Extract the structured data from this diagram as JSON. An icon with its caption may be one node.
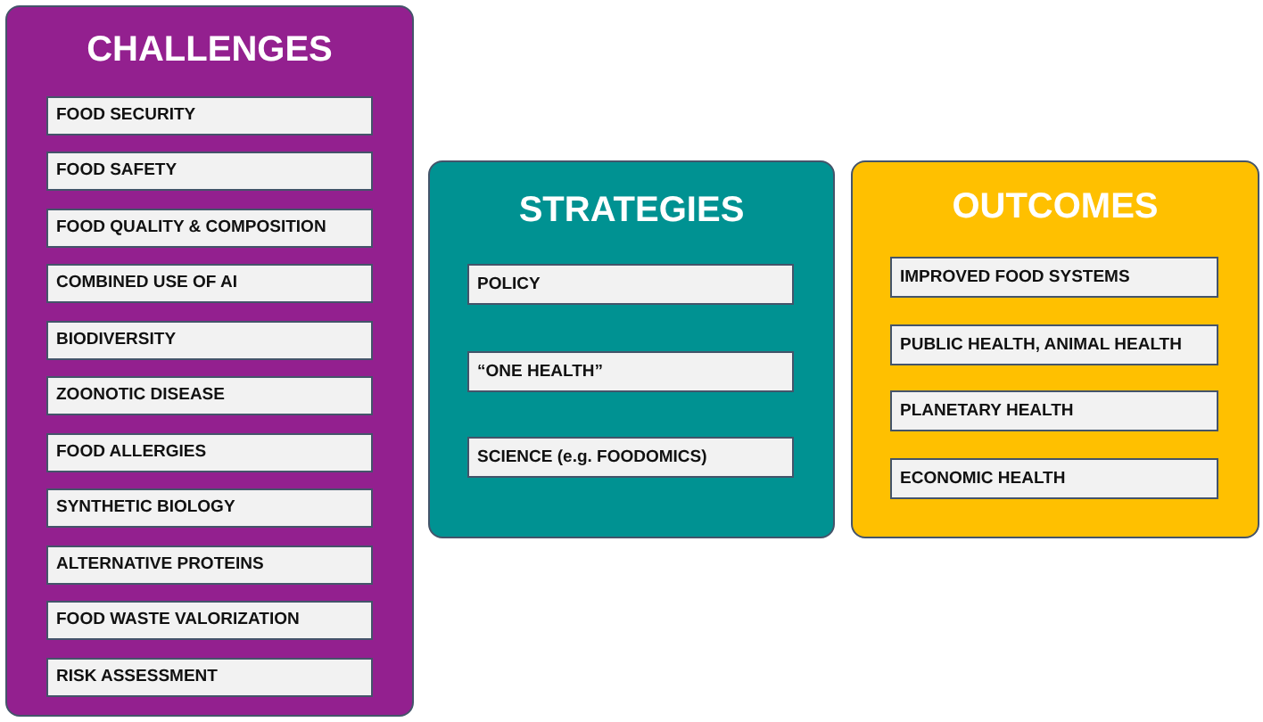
{
  "diagram": {
    "nodes": [
      {
        "text": [
          "CHALLENGES"
        ]
      },
      {
        "text": [
          "FOOD SECURITY"
        ],
        "in": 0
      },
      {
        "text": [
          "FOOD SAFETY"
        ],
        "in": 0
      },
      {
        "text": [
          "FOOD QUALITY & COMPOSITION"
        ],
        "in": 0
      },
      {
        "text": [
          "COMBINED USE OF AI"
        ],
        "in": 0
      },
      {
        "text": [
          "BIODIVERSITY"
        ],
        "in": 0
      },
      {
        "text": [
          "ZOONOTIC DISEASE"
        ],
        "in": 0
      },
      {
        "text": [
          "FOOD ALLERGIES"
        ],
        "in": 0
      },
      {
        "text": [
          "SYNTHETIC BIOLOGY"
        ],
        "in": 0
      },
      {
        "text": [
          "ALTERNATIVE PROTEINS"
        ],
        "in": 0
      },
      {
        "text": [
          "FOOD WASTE VALORIZATION"
        ],
        "in": 0
      },
      {
        "text": [
          "RISK ASSESSMENT"
        ],
        "in": 0
      },
      {
        "text": [
          "STRATEGIES"
        ]
      },
      {
        "text": [
          "POLICY"
        ],
        "in": 12
      },
      {
        "text": [
          "“ONE HEALTH”"
        ],
        "in": 12
      },
      {
        "text": [
          "SCIENCE (e.g. FOODOMICS)"
        ],
        "in": 12
      },
      {
        "text": [
          "OUTCOMES"
        ]
      },
      {
        "text": [
          "IMPROVED FOOD SYSTEMS"
        ],
        "in": 16
      },
      {
        "text": [
          "PUBLIC HEALTH, ANIMAL HEALTH"
        ],
        "in": 16
      },
      {
        "text": [
          "PLANETARY HEALTH"
        ],
        "in": 16
      },
      {
        "text": [
          "ECONOMIC HEALTH"
        ],
        "in": 16
      }
    ]
  }
}
